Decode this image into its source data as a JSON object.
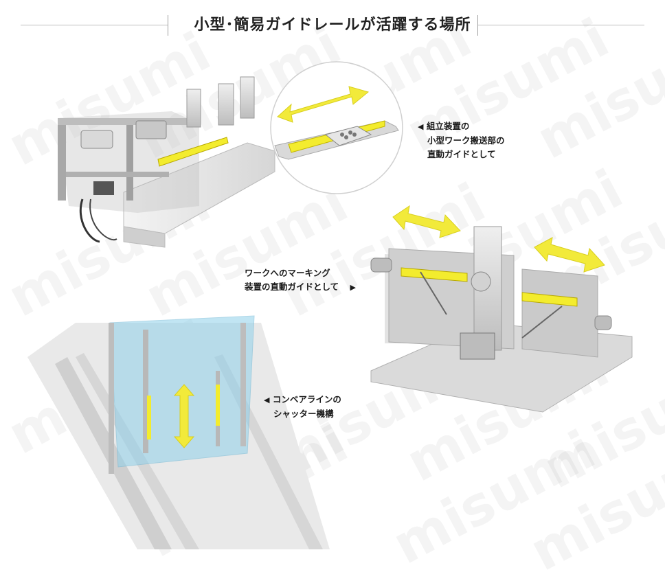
{
  "header": {
    "title": "小型･簡易ガイドレールが活躍する場所"
  },
  "watermark": {
    "text": "misumi"
  },
  "captions": {
    "assembly": {
      "marker": "◀",
      "line1": "組立装置の",
      "line2": "小型ワーク搬送部の",
      "line3": "直動ガイドとして"
    },
    "marking": {
      "line1": "ワークへのマーキング",
      "line2": "装置の直動ガイドとして",
      "marker": "▶"
    },
    "conveyor": {
      "marker": "◀",
      "line1": "コンベアラインの",
      "line2": "シャッター機構"
    }
  },
  "colors": {
    "rail_yellow": "#f3ec2e",
    "arrow_yellow": "#f2ea3a",
    "metal": "#c9c9c9",
    "glass": "#8fd0ea"
  }
}
